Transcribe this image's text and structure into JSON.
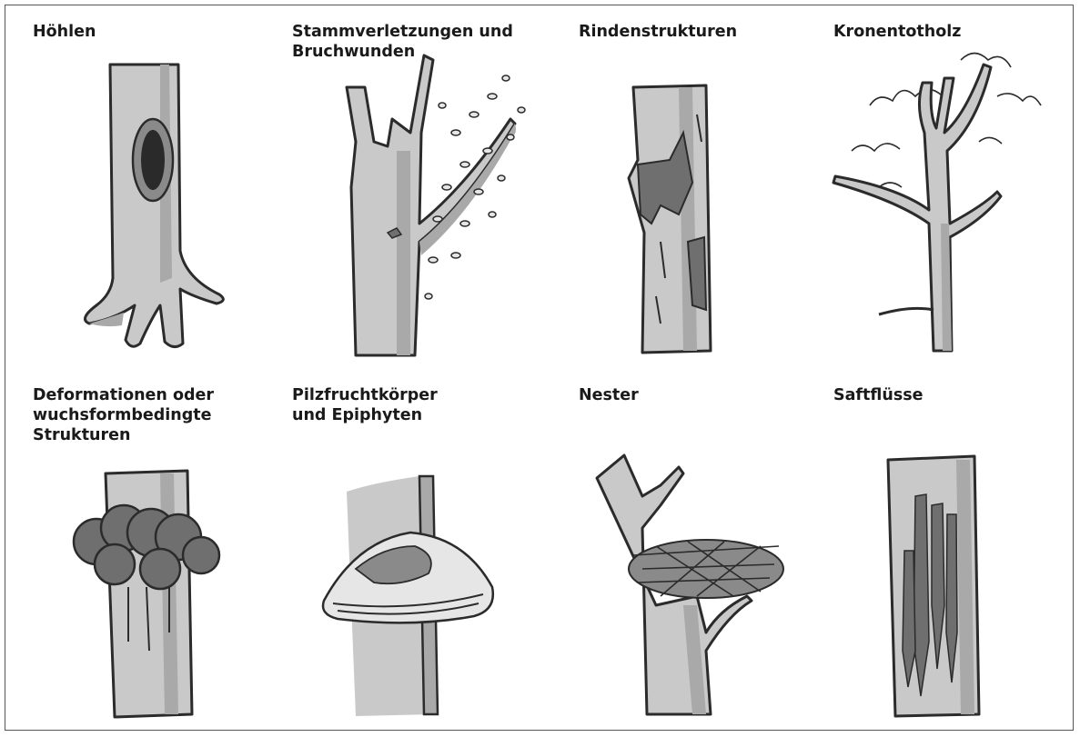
{
  "figure": {
    "labels": [
      "Höhlen",
      "Stammverletzungen und\nBruchwunden",
      "Rindenstrukturen",
      "Kronentotholz",
      "Deformationen oder\nwuchsformbedingte\nStrukturen",
      "Pilzfruchtkörper\nund Epiphyten",
      "Nester",
      "Saftflüsse"
    ],
    "colors": {
      "bark": "#c9c9c9",
      "bark_shade": "#a9a9a9",
      "outline": "#2b2b2b",
      "dark_patch": "#6f6f6f",
      "cavity": "#2a2a2a",
      "leaf": "#e6e6e6"
    }
  }
}
